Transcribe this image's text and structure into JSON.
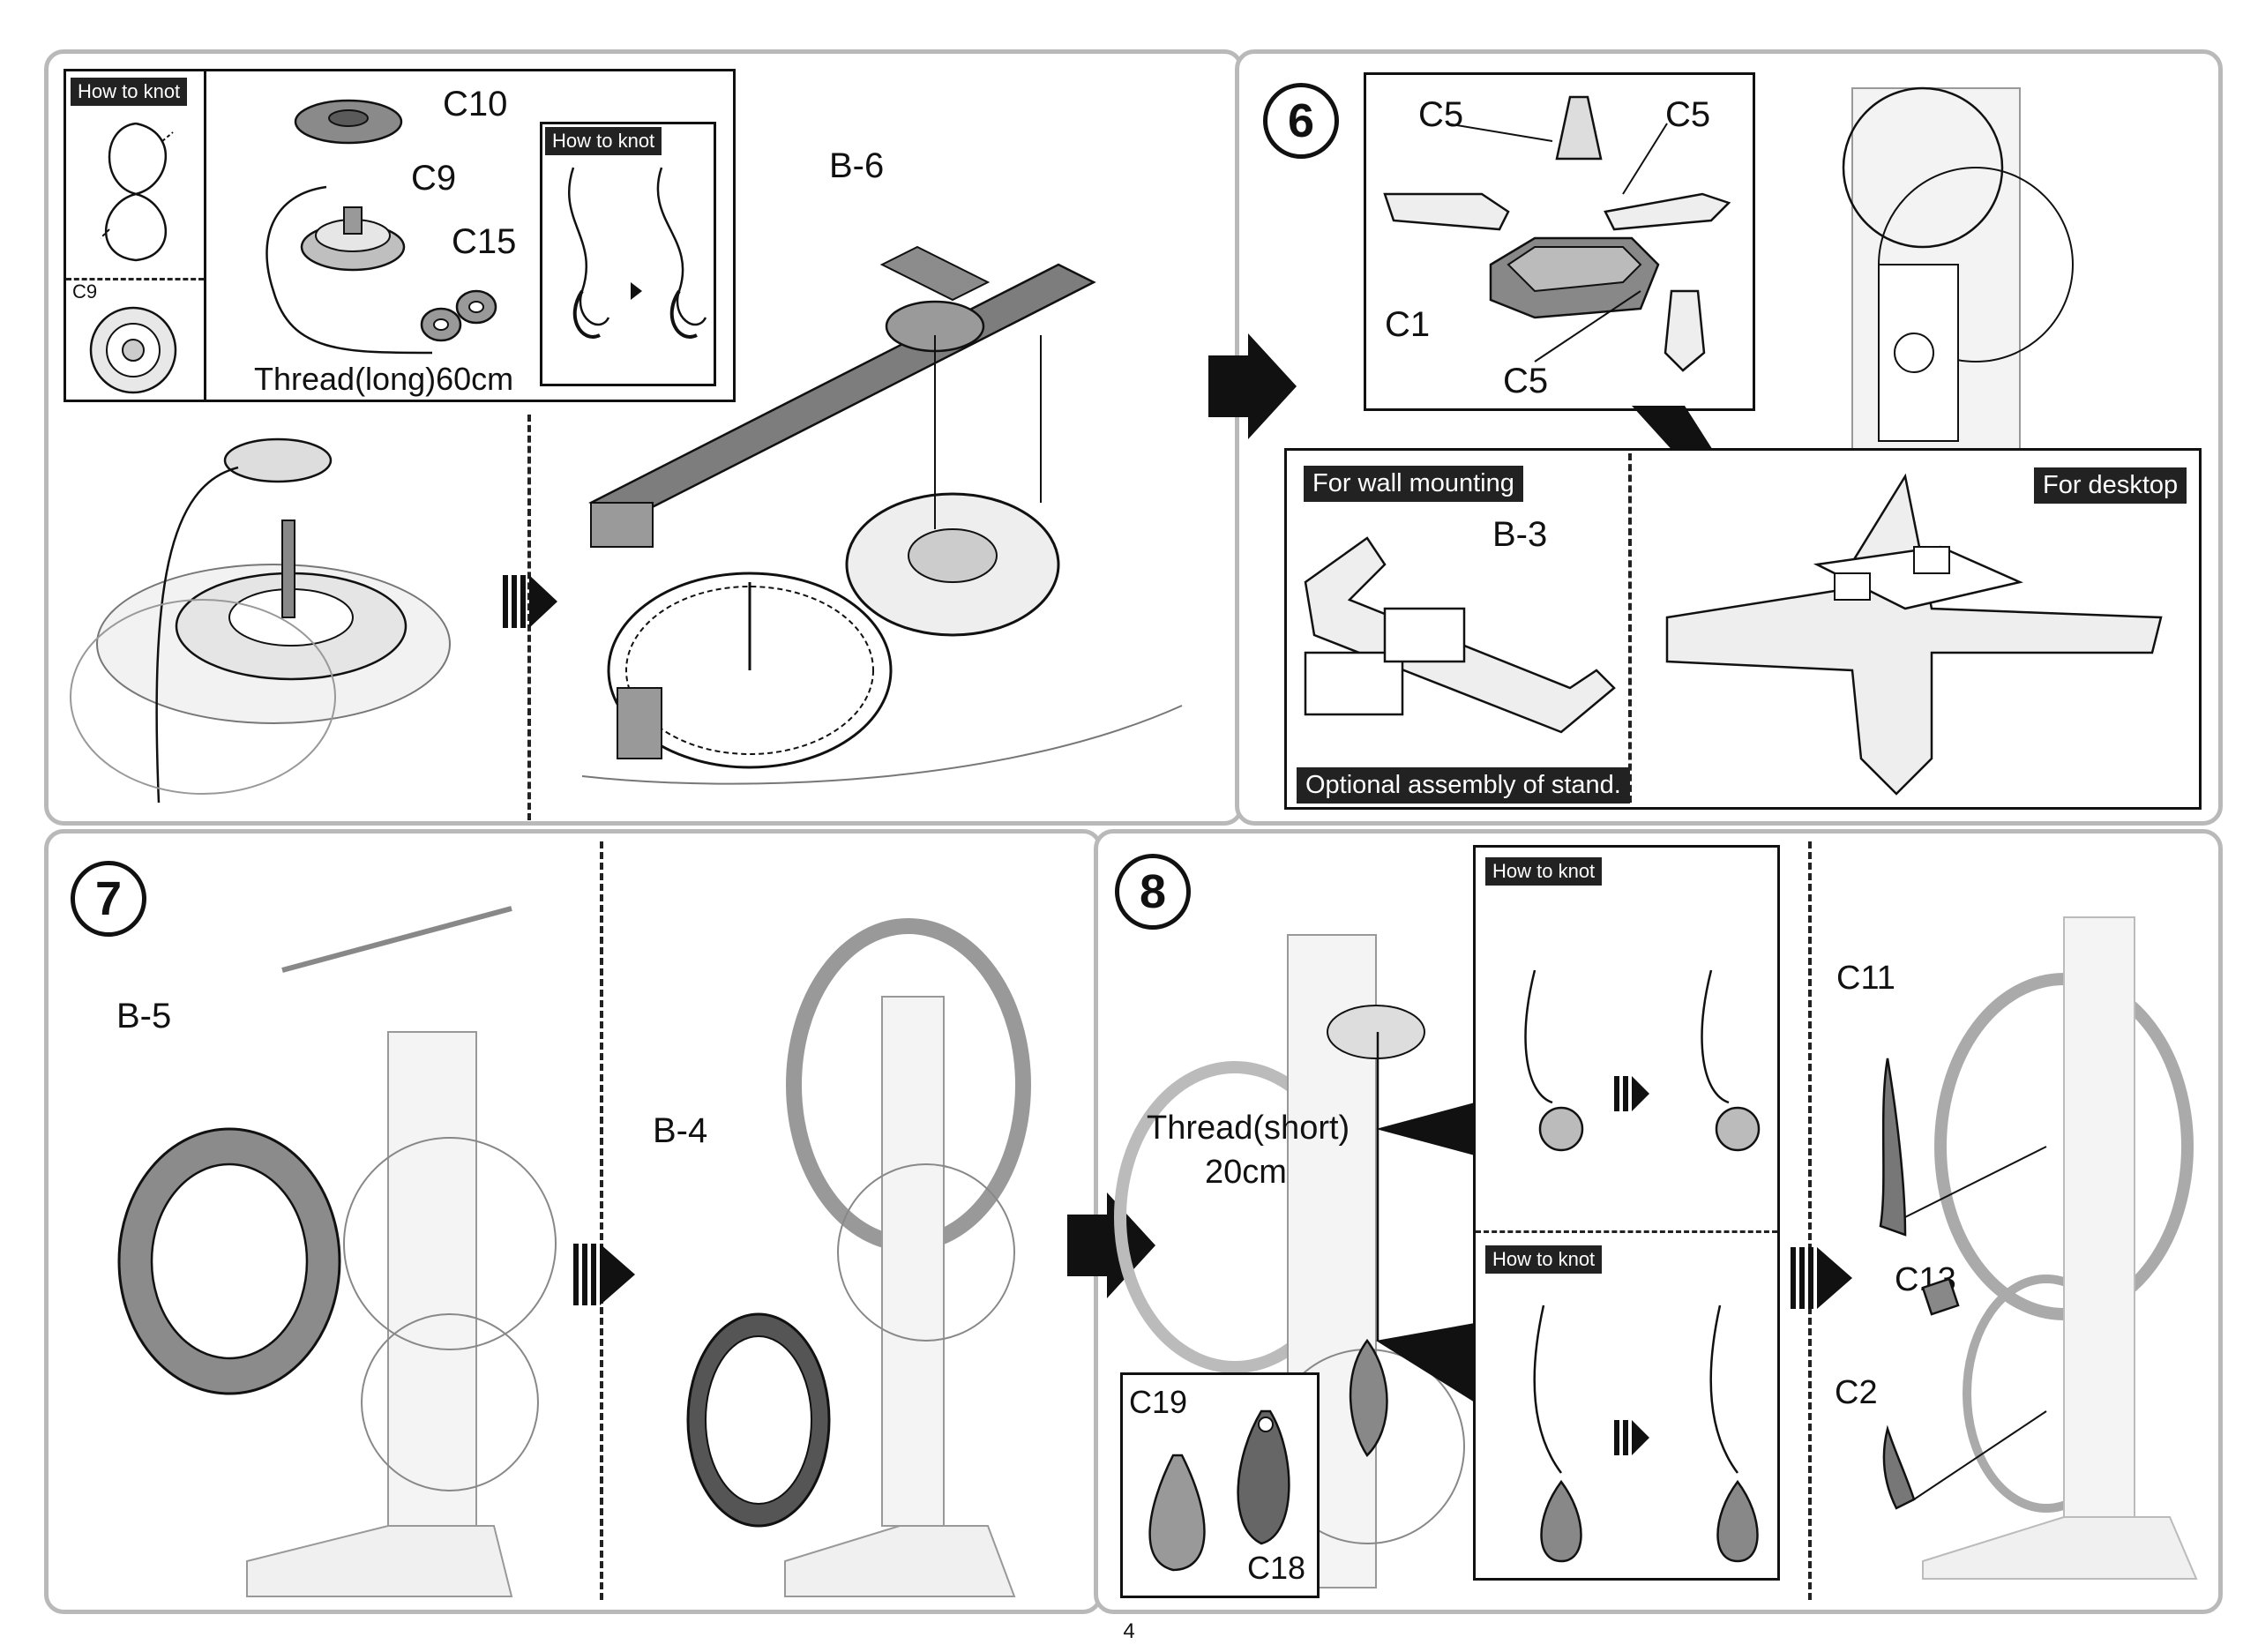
{
  "page_number": "4",
  "step5": {
    "knot_box_1": {
      "title": "How to knot",
      "sub_label": "C9"
    },
    "knot_box_2": {
      "title": "How to knot"
    },
    "parts": {
      "c10": "C10",
      "c9": "C9",
      "c15": "C15",
      "b6": "B-6"
    },
    "thread_label": "Thread(long)60cm"
  },
  "step6": {
    "number": "6",
    "parts": {
      "c5_a": "C5",
      "c5_b": "C5",
      "c1": "C1",
      "c5_c": "C5",
      "b3": "B-3"
    },
    "wall_label": "For wall mounting",
    "desktop_label": "For desktop",
    "optional_label": "Optional assembly of stand."
  },
  "step7": {
    "number": "7",
    "parts": {
      "b5": "B-5",
      "b4": "B-4"
    }
  },
  "step8": {
    "number": "8",
    "thread_label_1": "Thread(short)",
    "thread_label_2": "20cm",
    "knot_box_1": {
      "title": "How to knot"
    },
    "knot_box_2": {
      "title": "How to knot"
    },
    "parts": {
      "c19": "C19",
      "c18": "C18",
      "c11": "C11",
      "c13": "C13",
      "c2": "C2"
    }
  }
}
